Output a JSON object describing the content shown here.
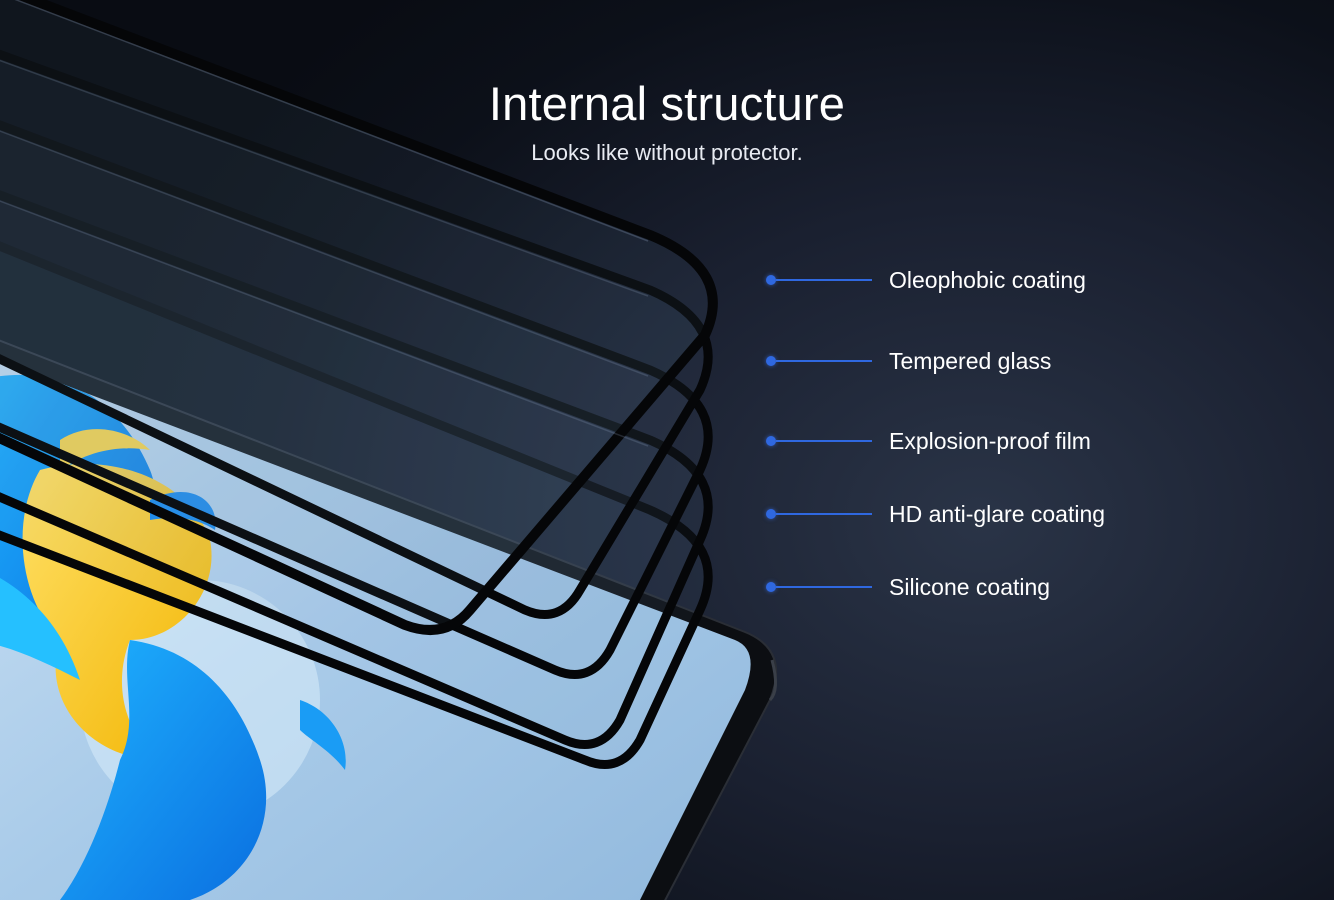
{
  "header": {
    "title": "Internal structure",
    "subtitle": "Looks like without protector."
  },
  "layers": [
    {
      "label": "Oleophobic coating"
    },
    {
      "label": "Tempered glass"
    },
    {
      "label": "Explosion-proof film"
    },
    {
      "label": "HD anti-glare coating"
    },
    {
      "label": "Silicone coating"
    }
  ],
  "colors": {
    "accent": "#2f68e0",
    "background": "#121826",
    "text": "#ffffff"
  }
}
